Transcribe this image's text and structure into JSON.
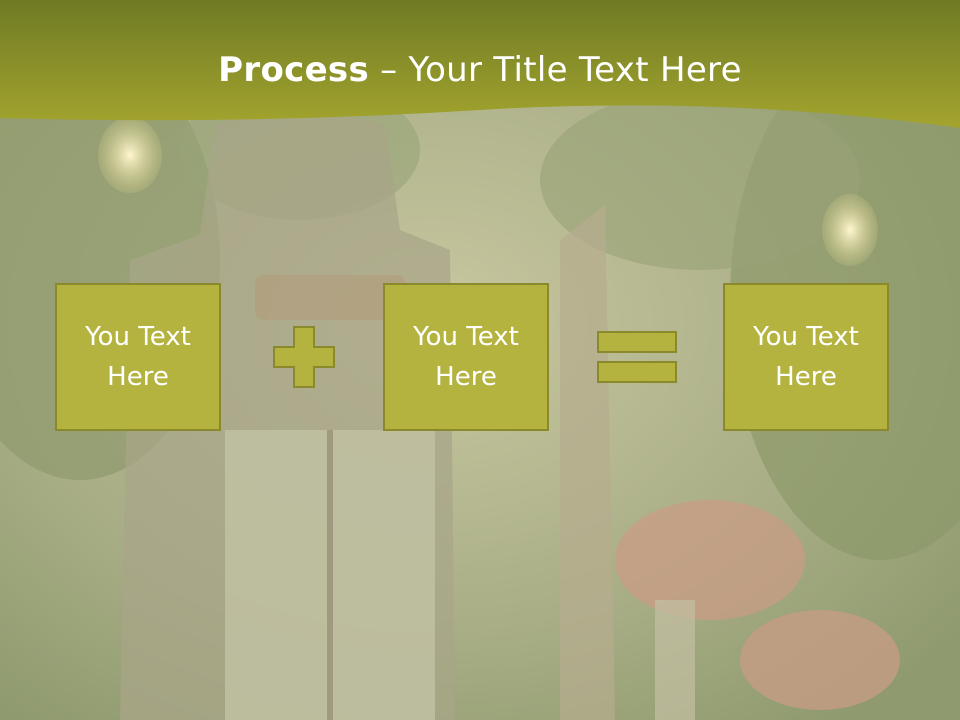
{
  "slide": {
    "title_bold": "Process",
    "title_rest": " – Your Title Text Here"
  },
  "boxes": [
    {
      "text": "You Text Here"
    },
    {
      "text": "You Text Here"
    },
    {
      "text": "You Text Here"
    }
  ],
  "operators": [
    "plus-icon",
    "equals-icon"
  ],
  "colors": {
    "header": "#9ea22b",
    "box_fill": "#b5b33f",
    "box_border": "#8a8a2c",
    "operator_fill": "#b5b33f",
    "text": "#ffffff"
  }
}
